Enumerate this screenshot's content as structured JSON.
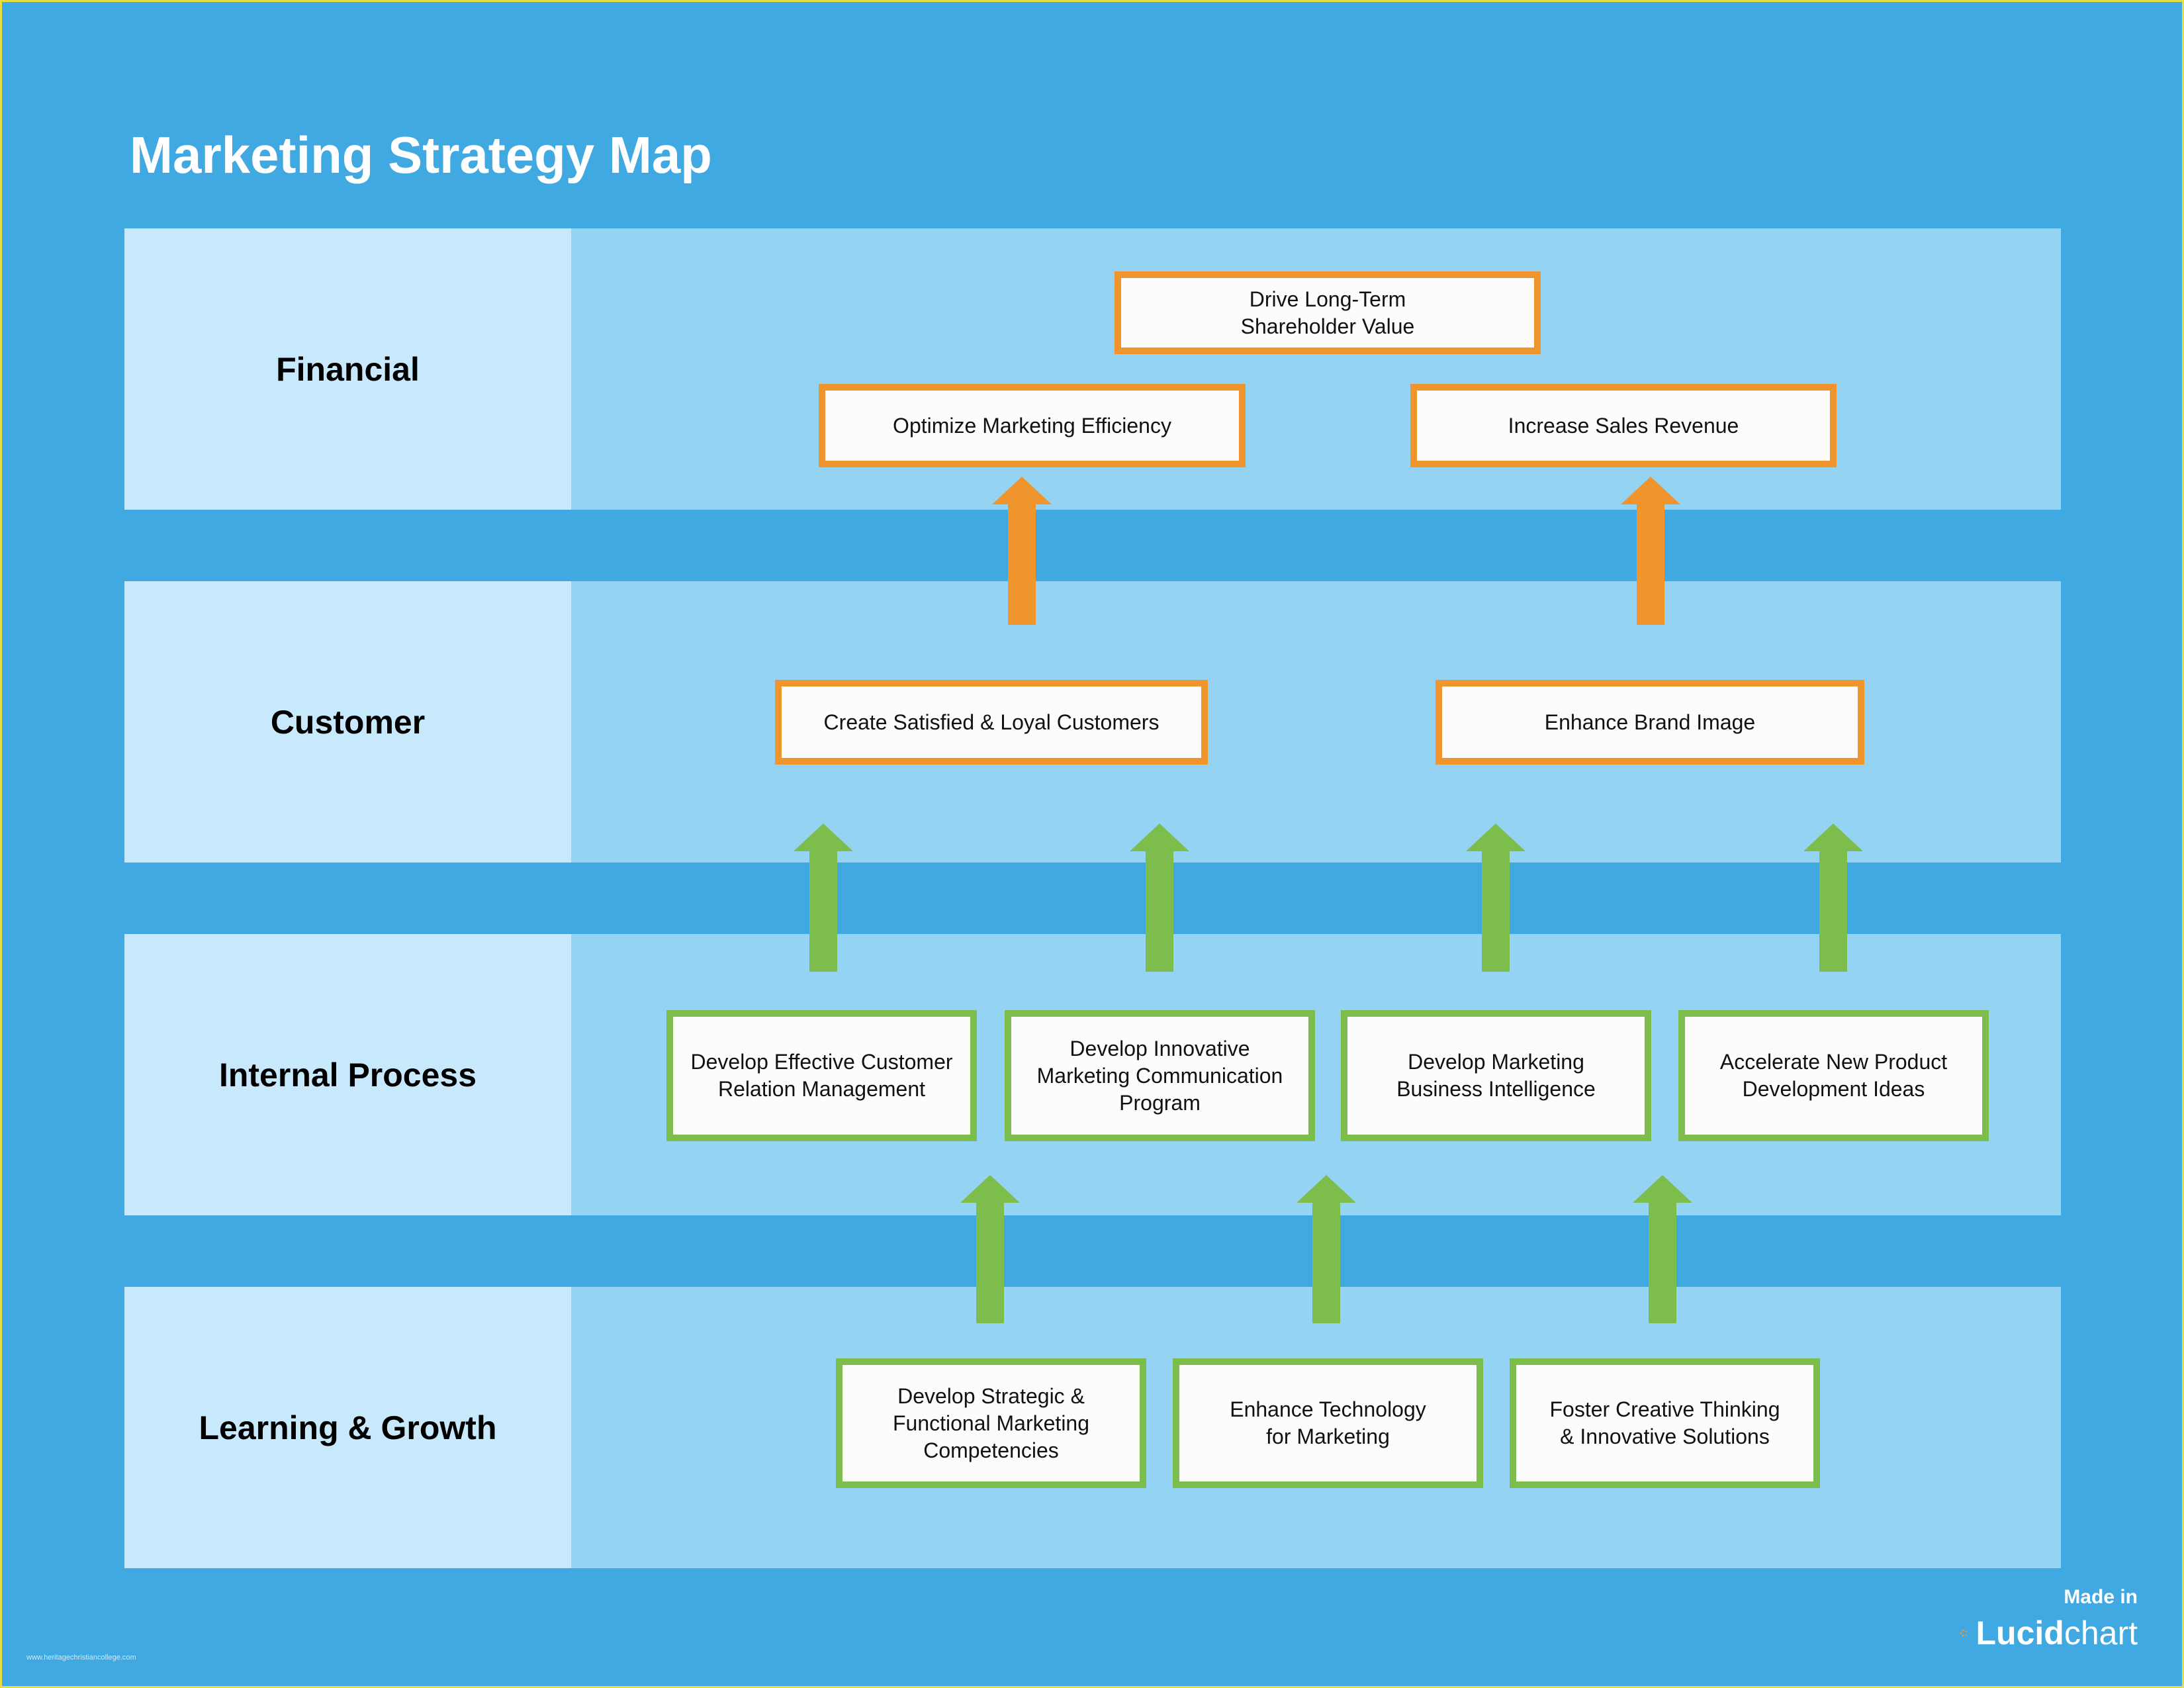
{
  "title": "Marketing Strategy Map",
  "colors": {
    "background": "#41a9e2",
    "label_panel": "#c8e9fb",
    "content_panel": "#95d3f2",
    "orange": "#f0952e",
    "green": "#7dbd4b"
  },
  "perspectives": [
    {
      "label": "Financial"
    },
    {
      "label": "Customer"
    },
    {
      "label": "Internal Process"
    },
    {
      "label": "Learning & Growth"
    }
  ],
  "nodes": {
    "drive_value": "Drive Long-Term\nShareholder Value",
    "optimize_efficiency": "Optimize Marketing Efficiency",
    "increase_revenue": "Increase Sales Revenue",
    "satisfied_customers": "Create Satisfied & Loyal Customers",
    "brand_image": "Enhance Brand Image",
    "crm": "Develop Effective Customer\nRelation Management",
    "marketing_comm": "Develop Innovative\nMarketing Communication\nProgram",
    "business_intel": "Develop Marketing\nBusiness Intelligence",
    "new_product": "Accelerate New Product\nDevelopment Ideas",
    "competencies": "Develop Strategic &\nFunctional Marketing\nCompetencies",
    "technology": "Enhance Technology\nfor Marketing",
    "creative_thinking": "Foster Creative Thinking\n& Innovative Solutions"
  },
  "footer": {
    "made_in": "Made in",
    "brand_bold": "Lucid",
    "brand_light": "chart",
    "watermark": "www.heritagechristiancollege.com"
  }
}
